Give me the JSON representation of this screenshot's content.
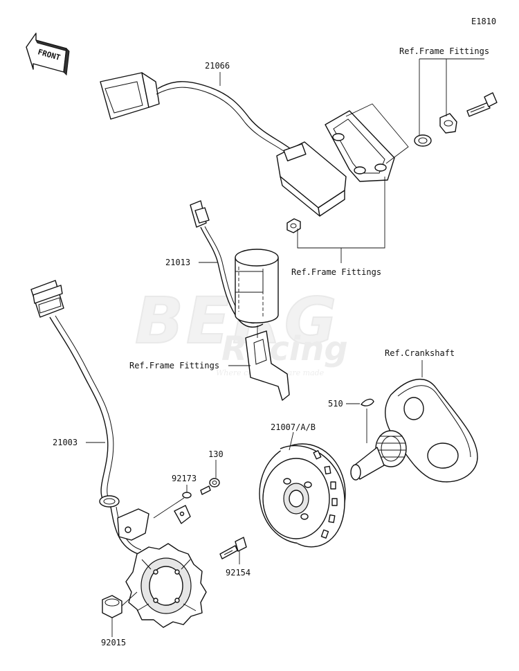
{
  "diagram_code": "E1810",
  "front_label": "FRONT",
  "watermark": {
    "brand_top": "BERG",
    "brand_mid": "Racing",
    "tagline": "Where champions are made"
  },
  "parts": {
    "regulator_rectifier": "21066",
    "ignition_coil": "21013",
    "stator_assembly": "21003",
    "rotor": "21007/A/B",
    "key": "510",
    "clamp": "92173",
    "screw": "130",
    "bolt": "92154",
    "plug": "92015"
  },
  "references": {
    "frame_fittings_top": "Ref.Frame Fittings",
    "frame_fittings_mid": "Ref.Frame Fittings",
    "frame_fittings_left": "Ref.Frame Fittings",
    "crankshaft": "Ref.Crankshaft"
  }
}
